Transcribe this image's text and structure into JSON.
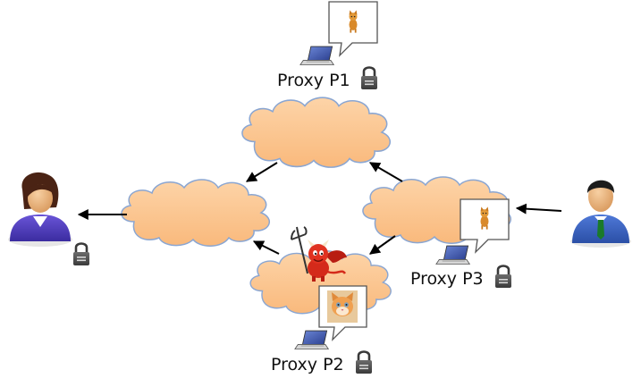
{
  "proxies": [
    {
      "label": "Proxy P1",
      "content": "dog-photo"
    },
    {
      "label": "Proxy P2",
      "content": "cat-photo"
    },
    {
      "label": "Proxy P3",
      "content": "dog-photo"
    }
  ],
  "icons": {
    "sender": "male-user-icon",
    "receiver": "female-user-icon",
    "attacker": "devil-icon",
    "proxy_device": "laptop-icon",
    "secure": "padlock-icon",
    "network": "cloud-icon",
    "message": "speech-bubble-icon"
  },
  "colors": {
    "cloud_fill": "#fbc58f",
    "cloud_stroke": "#7f9fcf",
    "arrow": "#000000",
    "devil": "#d42a1a",
    "lock": "#555555"
  }
}
